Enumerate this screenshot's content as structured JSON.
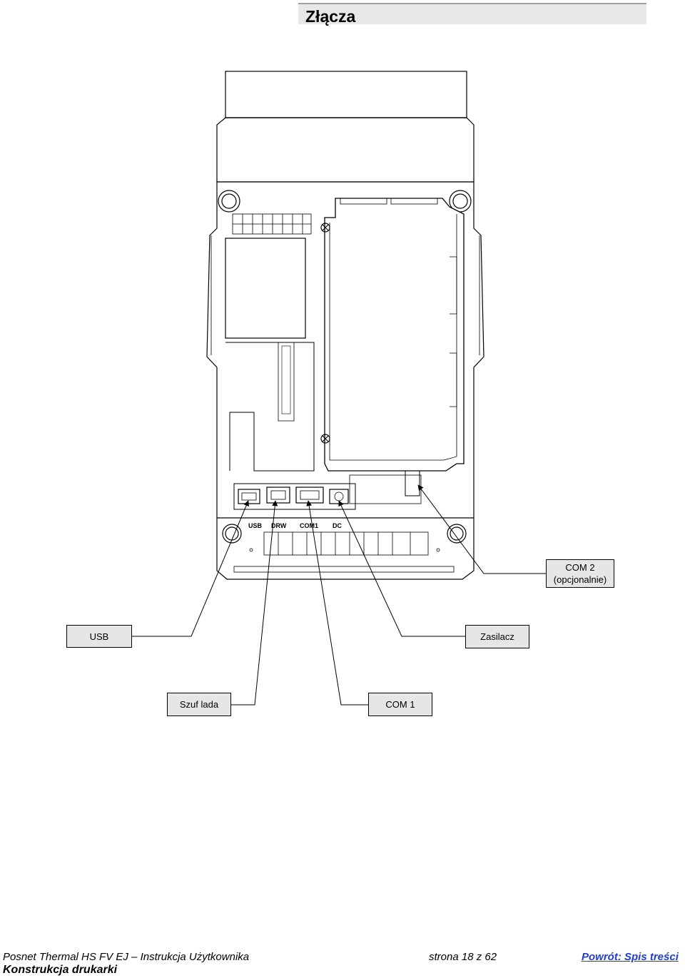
{
  "page": {
    "title": "Złącza"
  },
  "device": {
    "port_labels": [
      "USB",
      "DRW",
      "COM1",
      "DC"
    ]
  },
  "callouts": {
    "com2": {
      "line1": "COM 2",
      "line2": "(opcjonalnie)"
    },
    "usb": "USB",
    "power": "Zasilacz",
    "drawer": "Szuf lada",
    "com1": "COM 1"
  },
  "footer": {
    "manual": "Posnet Thermal HS FV EJ – Instrukcja Użytkownika",
    "page": "strona 18 z 62",
    "back_link": "Powrót: Spis treści",
    "section": "Konstrukcja drukarki"
  }
}
